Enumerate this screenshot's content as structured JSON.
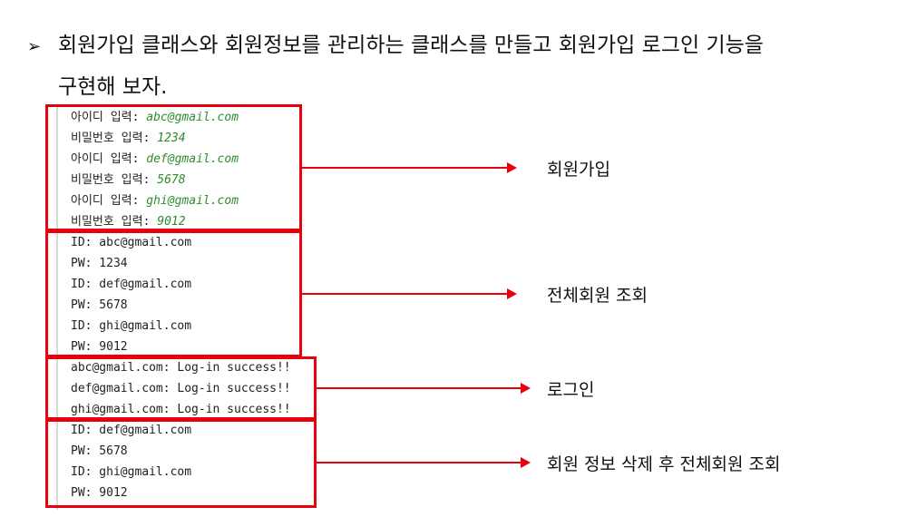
{
  "heading": {
    "bullet": "➢",
    "line1": "회원가입 클래스와 회원정보를 관리하는 클래스를 만들고 회원가입 로그인 기능을",
    "line2": "구현해 보자."
  },
  "console": [
    {
      "prefix": "아이디 입력: ",
      "input": "abc@gmail.com"
    },
    {
      "prefix": "비밀번호 입력: ",
      "input": "1234"
    },
    {
      "prefix": "아이디 입력: ",
      "input": "def@gmail.com"
    },
    {
      "prefix": "비밀번호 입력: ",
      "input": "5678"
    },
    {
      "prefix": "아이디 입력: ",
      "input": "ghi@gmail.com"
    },
    {
      "prefix": "비밀번호 입력: ",
      "input": "9012"
    },
    {
      "prefix": "ID: abc@gmail.com",
      "input": ""
    },
    {
      "prefix": "PW: 1234",
      "input": ""
    },
    {
      "prefix": "ID: def@gmail.com",
      "input": ""
    },
    {
      "prefix": "PW: 5678",
      "input": ""
    },
    {
      "prefix": "ID: ghi@gmail.com",
      "input": ""
    },
    {
      "prefix": "PW: 9012",
      "input": ""
    },
    {
      "prefix": "abc@gmail.com: Log-in success!!",
      "input": ""
    },
    {
      "prefix": "def@gmail.com: Log-in success!!",
      "input": ""
    },
    {
      "prefix": "ghi@gmail.com: Log-in success!!",
      "input": ""
    },
    {
      "prefix": "ID: def@gmail.com",
      "input": ""
    },
    {
      "prefix": "PW: 5678",
      "input": ""
    },
    {
      "prefix": "ID: ghi@gmail.com",
      "input": ""
    },
    {
      "prefix": "PW: 9012",
      "input": ""
    }
  ],
  "annotations": {
    "signup": "회원가입",
    "list_all": "전체회원 조회",
    "login": "로그인",
    "delete_then_list": "회원 정보 삭제 후 전체회원 조회"
  },
  "colors": {
    "annotation_red": "#e8000d",
    "console_input_green": "#2e8b2e"
  }
}
